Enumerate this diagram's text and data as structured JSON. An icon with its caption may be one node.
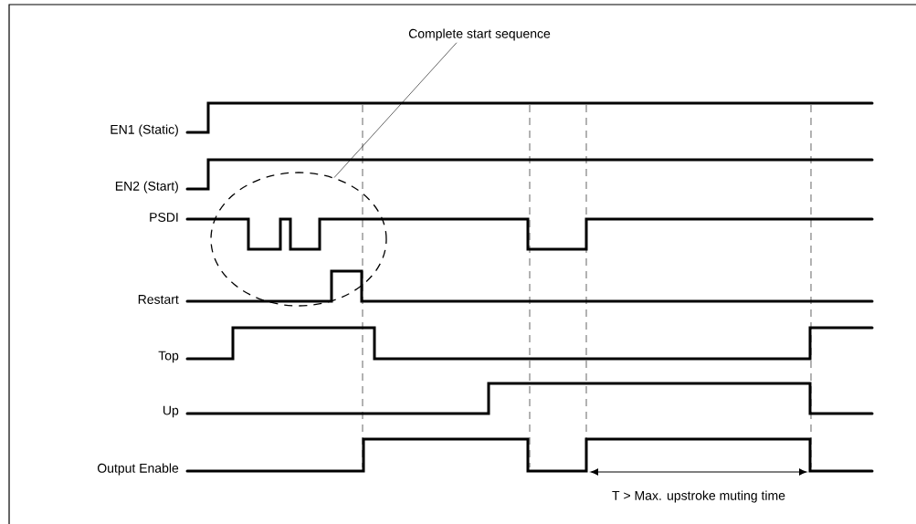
{
  "diagram": {
    "nodes": [
      {
        "text": [
          "Complete start sequence"
        ]
      },
      {
        "text": [],
        "shape": "circle"
      }
    ],
    "edges": [
      {
        "from": 0,
        "to": 1,
        "arrow": "none"
      }
    ],
    "labels": [
      "EN1 (Static)",
      "EN2 (Start)",
      "PSDI",
      "Restart",
      "Top",
      "Up",
      "Output Enable",
      "T > Max. upstroke muting time"
    ]
  }
}
